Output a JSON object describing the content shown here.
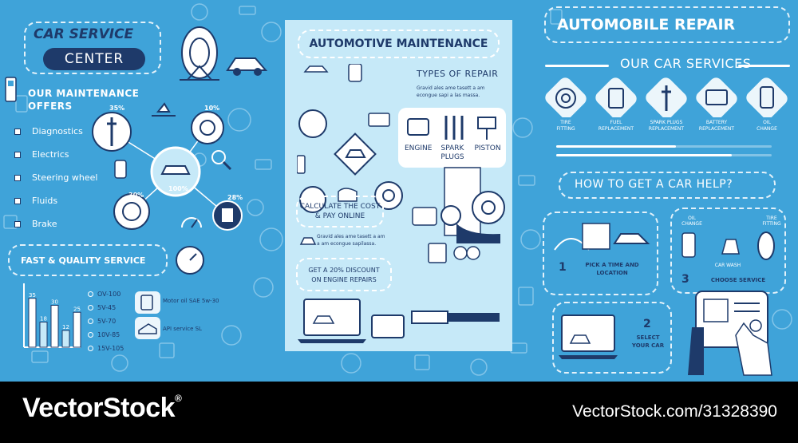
{
  "left": {
    "title_line1": "CAR SERVICE",
    "title_line2": "CENTER",
    "offers_title_1": "OUR MAINTENANCE",
    "offers_title_2": "OFFERS",
    "offers": [
      "Diagnostics",
      "Electrics",
      "Steering wheel",
      "Fluids",
      "Brake"
    ],
    "percents": [
      "35%",
      "10%",
      "100%",
      "30%",
      "28%"
    ],
    "fast_title": "FAST & QUALITY SERVICE",
    "bar_values": [
      {
        "label": "35",
        "value": 35
      },
      {
        "label": "18",
        "value": 18
      },
      {
        "label": "30",
        "value": 30
      },
      {
        "label": "12",
        "value": 12
      },
      {
        "label": "25",
        "value": 25
      }
    ],
    "legend": [
      "OV-100",
      "5V-45",
      "5V-70",
      "10V-85",
      "15V-105"
    ],
    "oil_motor": "Motor oil SAE 5w-30",
    "oil_api": "API service SL"
  },
  "center": {
    "title": "AUTOMOTIVE MAINTENANCE",
    "types_title": "TYPES OF REPAIR",
    "types_desc_1": "Gravid ales ame tasett a am",
    "types_desc_2": "econgue sapi a las massa.",
    "repairs": [
      "ENGINE",
      "SPARK",
      "PLUGS",
      "PISTON"
    ],
    "calc_1": "CALCULATE THE COST",
    "calc_2": "& PAY ONLINE",
    "calc_desc_1": "Gravid ales ame tasett a am",
    "calc_desc_2": "a am econgue sapilassa.",
    "disc_1": "GET A 20% DISCOUNT",
    "disc_2": "ON ENGINE REPAIRS"
  },
  "right": {
    "title": "AUTOMOBILE REPAIR",
    "services_title": "OUR CAR SERVICES",
    "services": [
      {
        "l1": "TIRE",
        "l2": "FITTING"
      },
      {
        "l1": "FUEL",
        "l2": "REPLACEMENT"
      },
      {
        "l1": "SPARK PLUGS",
        "l2": "REPLACEMENT"
      },
      {
        "l1": "BATTERY",
        "l2": "REPLACEMENT"
      },
      {
        "l1": "OIL",
        "l2": "CHANGE"
      }
    ],
    "help_title": "HOW TO GET A CAR HELP?",
    "step1_num": "1",
    "step1_l1": "PICK A TIME AND",
    "step1_l2": "LOCATION",
    "step2_num": "2",
    "step2_l1": "SELECT",
    "step2_l2": "YOUR CAR",
    "step3_num": "3",
    "step3_txt": "CHOOSE SERVICE",
    "oil_change_1": "OIL",
    "oil_change_2": "CHANGE",
    "tire_fit_1": "TIRE",
    "tire_fit_2": "FITTING",
    "car_wash": "CAR WASH"
  },
  "footer": {
    "brand": "VectorStock",
    "brand_mark": "®",
    "url": "VectorStock.com/31328390"
  },
  "colors": {
    "background": "#3fa3d9",
    "navy": "#1e3a6a",
    "light_card": "#c6e9f8"
  }
}
